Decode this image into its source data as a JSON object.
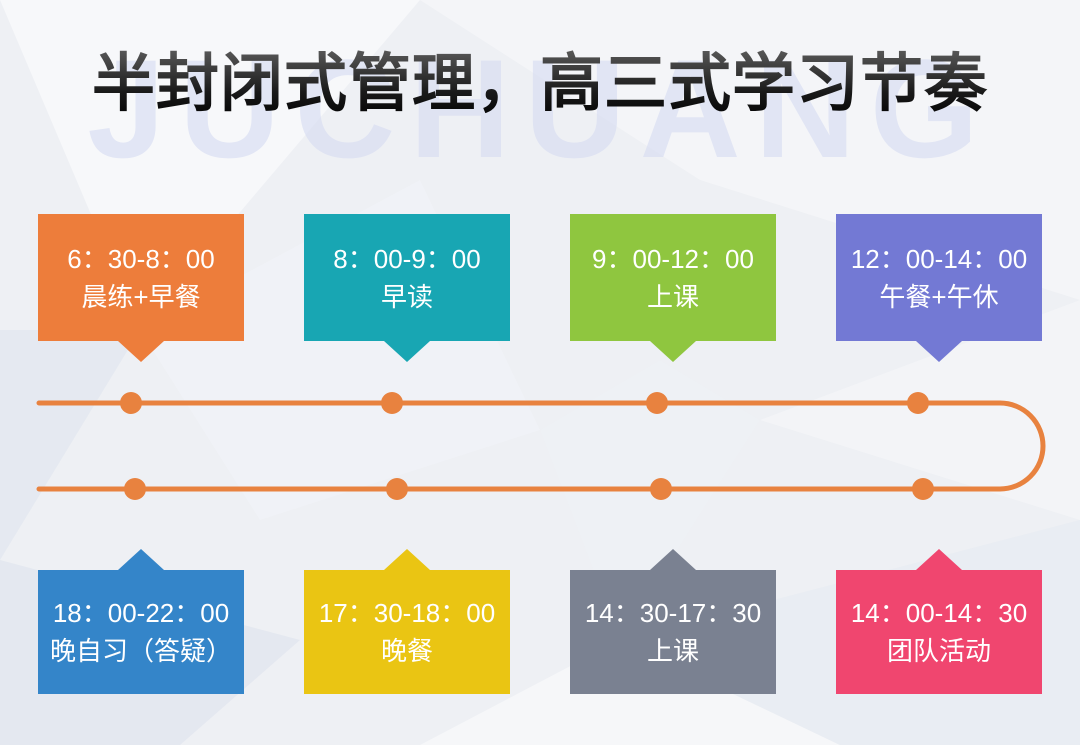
{
  "page": {
    "title": "半封闭式管理，高三式学习节奏",
    "watermark": "JUCHUANG"
  },
  "colors": {
    "background": "#EEF0F4",
    "timeline": "#E8823F",
    "watermark": "#D6DCF2",
    "title": "#101010"
  },
  "schedule": {
    "top_row": [
      {
        "time": "6：30-8：00",
        "activity": "晨练+早餐",
        "color": "#ED7D3B"
      },
      {
        "time": "8：00-9：00",
        "activity": "早读",
        "color": "#18A6B3"
      },
      {
        "time": "9：00-12：00",
        "activity": "上课",
        "color": "#8FC63F"
      },
      {
        "time": "12：00-14：00",
        "activity": "午餐+午休",
        "color": "#7379D4"
      }
    ],
    "bottom_row": [
      {
        "time": "18：00-22：00",
        "activity": "晚自习（答疑）",
        "color": "#3485C9"
      },
      {
        "time": "17：30-18：00",
        "activity": "晚餐",
        "color": "#EAC513"
      },
      {
        "time": "14：30-17：30",
        "activity": "上课",
        "color": "#7A8191"
      },
      {
        "time": "14：00-14：30",
        "activity": "团队活动",
        "color": "#F0466F"
      }
    ]
  }
}
